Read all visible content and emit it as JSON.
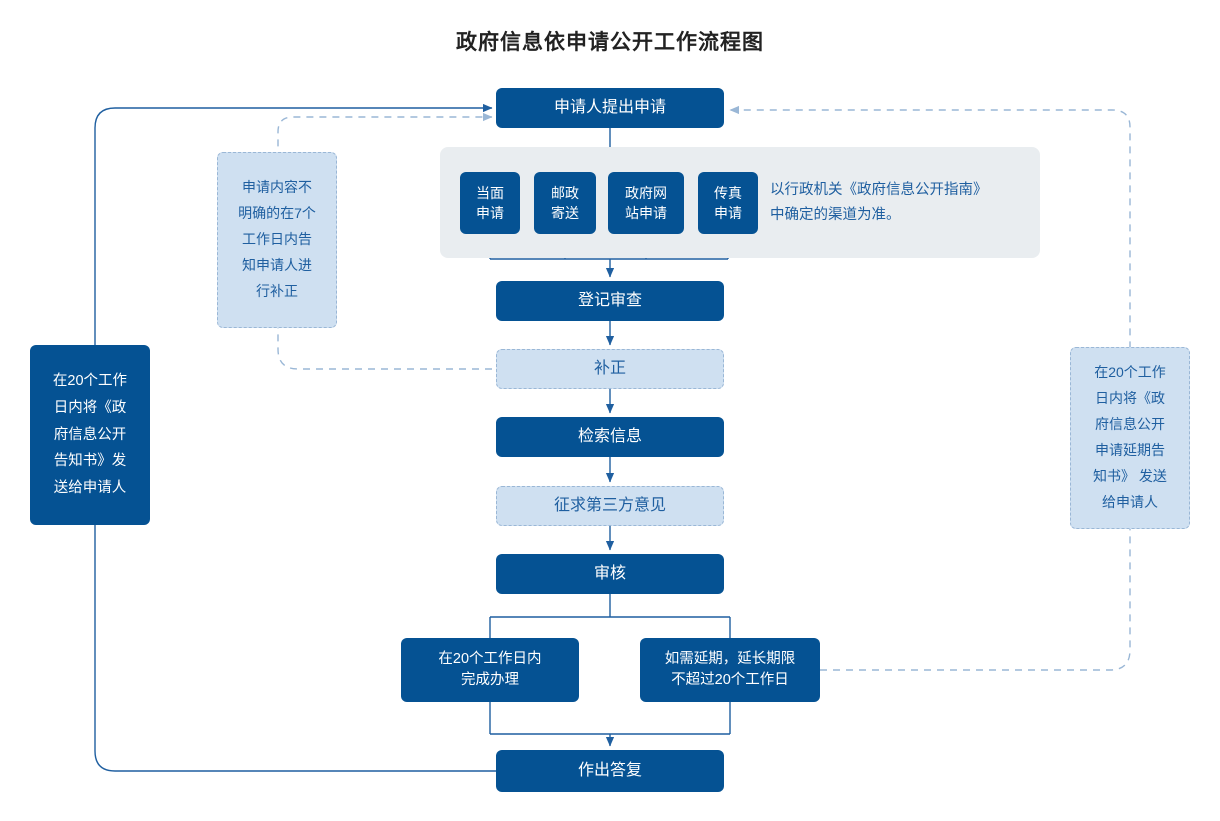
{
  "title": "政府信息依申请公开工作流程图",
  "colors": {
    "dark_blue": "#055293",
    "light_blue": "#cfe0f1",
    "panel_gray": "#e9edf0",
    "line_blue": "#1f5fa0",
    "dashed_blue": "#9ab7d6",
    "text_on_dark": "#ffffff",
    "text_on_light": "#1f5fa0",
    "title_color": "#222222"
  },
  "flow": {
    "apply": "申请人提出申请",
    "channels": [
      {
        "label": "当面\n申请"
      },
      {
        "label": "邮政\n寄送"
      },
      {
        "label": "政府网\n站申请"
      },
      {
        "label": "传真\n申请"
      }
    ],
    "channel_note": "以行政机关《政府信息公开指南》\n中确定的渠道为准。",
    "register": "登记审查",
    "amend": "补正",
    "search": "检索信息",
    "third_party": "征求第三方意见",
    "review": "审核",
    "finish_on_time": "在20个工作日内\n完成办理",
    "extend": "如需延期，延长期限\n不超过20个工作日",
    "reply": "作出答复"
  },
  "annotations": {
    "left_blue_box": "在20个工作\n日内将《政\n府信息公开\n告知书》发\n送给申请人",
    "left_dashed_note": "申请内容不\n明确的在7个\n工作日内告\n知申请人进\n行补正",
    "right_dashed_note": "在20个工作\n日内将《政\n府信息公开\n申请延期告\n知书》 发送\n给申请人"
  }
}
